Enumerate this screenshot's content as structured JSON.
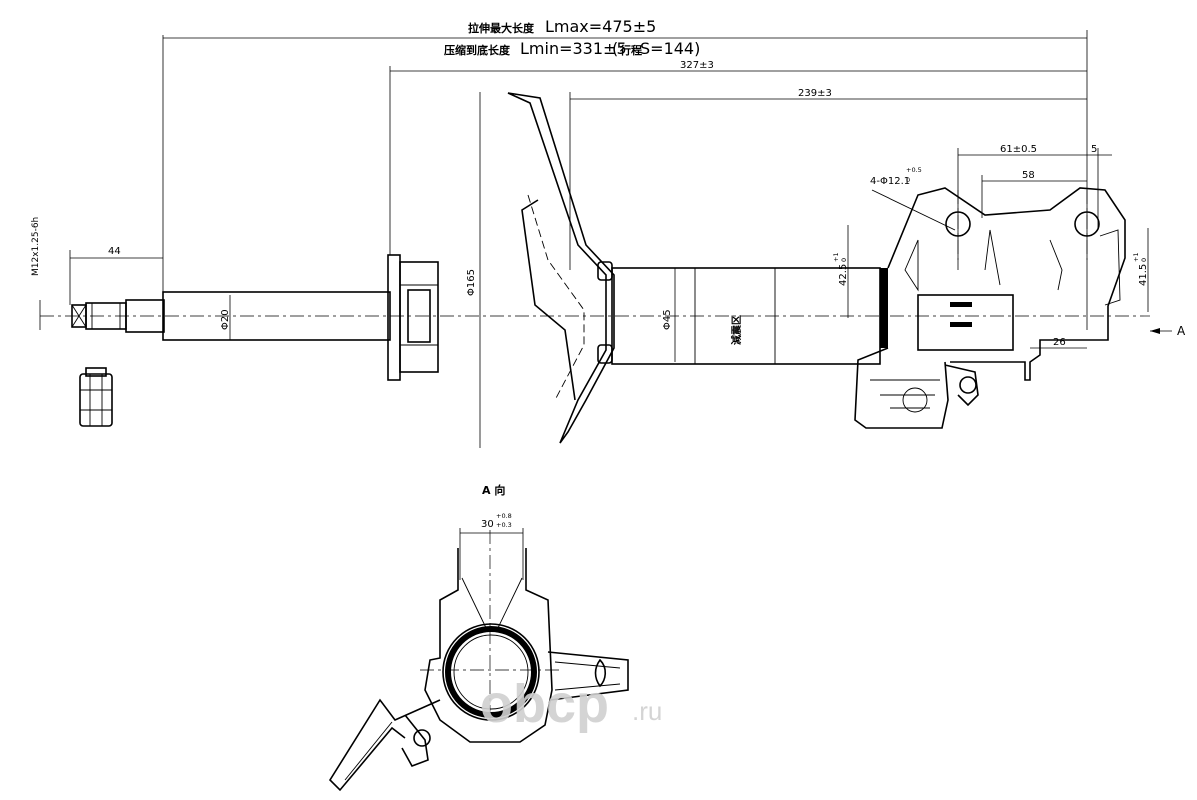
{
  "dimensions": {
    "lmax_prefix": "拉伸最大长度",
    "lmax": "Lmax=475±5",
    "lmin_prefix": "压缩到底长度",
    "lmin": "Lmin=331±5",
    "stroke_paren_open": "(",
    "stroke_cjk": "行程",
    "stroke": "S=144)",
    "d327": "327±3",
    "d239": "239±3",
    "d61": "61±0.5",
    "d5": "5",
    "d58": "58",
    "holes": "4-Φ12.1",
    "holes_tol_upper": "+0.5",
    "holes_tol_lower": "0",
    "d44": "44",
    "thread": "M12x1.25-6h",
    "dia20": "Φ20",
    "dia165": "Φ165",
    "dia45": "Φ45",
    "bump_zone": "減震区",
    "d425": "42.5",
    "d425_tol_upper": "+1",
    "d425_tol_lower": "0",
    "d415": "41.5",
    "d415_tol_upper": "+1",
    "d415_tol_lower": "0",
    "d26": "26",
    "view_marker": "A",
    "view_title": "A 向",
    "d30": "30",
    "d30_tol_upper": "+0.8",
    "d30_tol_lower": "+0.3"
  },
  "watermark": {
    "brand": "obcp",
    "tld": ".ru"
  },
  "colors": {
    "line": "#000000",
    "background": "#ffffff",
    "watermark": "#d0d0d0"
  }
}
